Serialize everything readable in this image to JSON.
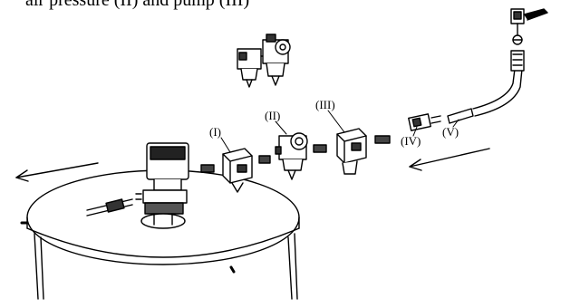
{
  "caption": "air pressure (II) and pump (III)",
  "labels": {
    "l1": "(I)",
    "l2": "(II)",
    "l3": "(III)",
    "l4": "(IV)",
    "l5": "(V)"
  },
  "diagram": {
    "arrows": [
      "flow-arrow-left",
      "flow-arrow-right"
    ],
    "parts": [
      "tank-lid",
      "pump",
      "component-I",
      "component-II",
      "component-III",
      "component-IV",
      "component-V",
      "air-hose",
      "shutoff-valve",
      "inset-regulator"
    ]
  }
}
